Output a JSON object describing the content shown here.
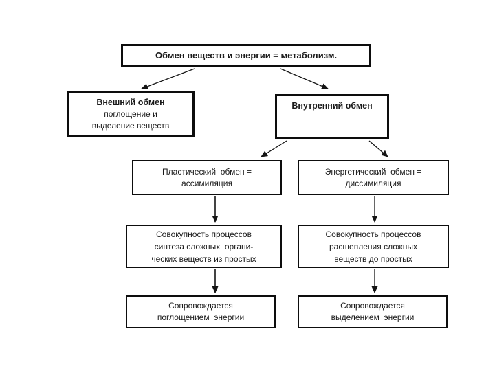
{
  "page": {
    "background_color": "#ffffff",
    "border_color": "#0d0d0d",
    "text_color": "#1a1a1a"
  },
  "diagram": {
    "root_box": {
      "title": "Обмен веществ и энергии = метаболизм."
    },
    "external_box": {
      "title": "Внешний обмен",
      "body": "поглощение и\nвыделение веществ"
    },
    "internal_box": {
      "title": "Внутренний обмен"
    },
    "plastic_box": {
      "body": "Пластический  обмен =\nассимиляция"
    },
    "energy_box": {
      "body": "Энергетический  обмен =\nдиссимиляция"
    },
    "synthesis_box": {
      "body": "Совокупность процессов\nсинтеза сложных  органи-\nческих веществ из простых"
    },
    "splitting_box": {
      "body": "Совокупность процессов\nрасщепления сложных\nвеществ до простых"
    },
    "absorb_box": {
      "body": "Сопровождается\nпоглощением  энергии"
    },
    "release_box": {
      "body": "Сопровождается\nвыделением  энергии"
    }
  }
}
